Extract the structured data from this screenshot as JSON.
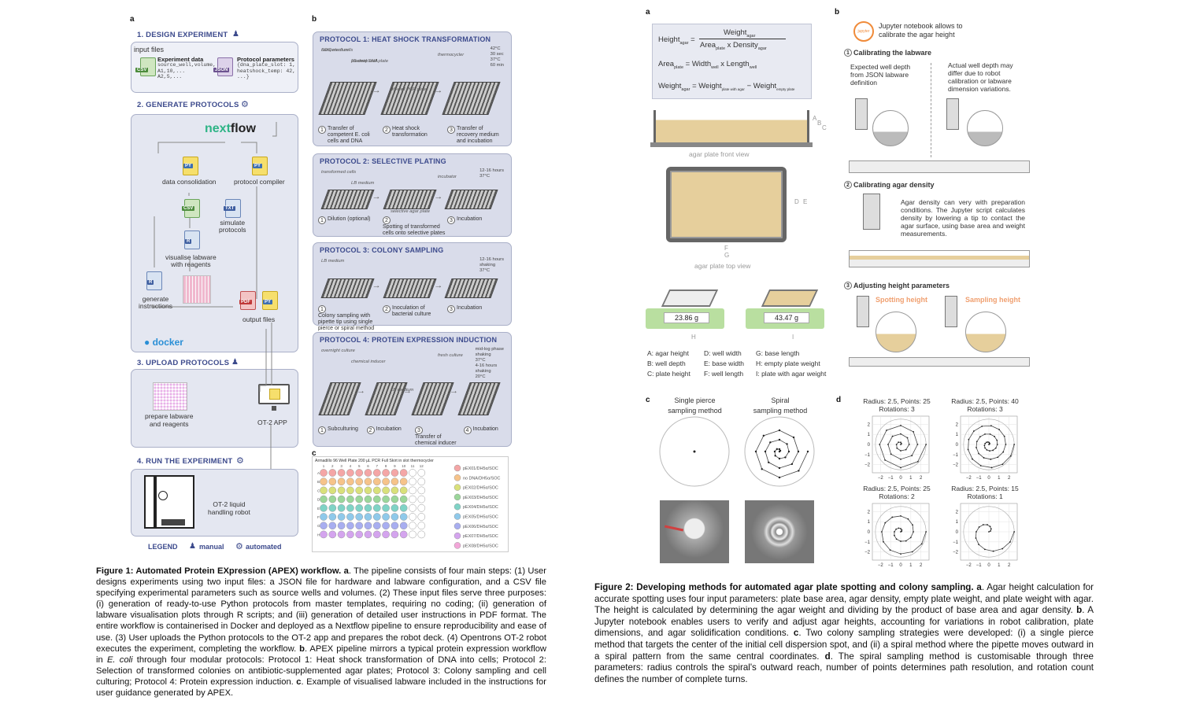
{
  "figure1": {
    "panel_a_letter": "a",
    "panel_b_letter": "b",
    "panel_c_letter": "c",
    "sections": {
      "design": "1. DESIGN EXPERIMENT",
      "generate": "2. GENERATE PROTOCOLS",
      "upload": "3. UPLOAD PROTOCOLS",
      "run": "4. RUN THE EXPERIMENT"
    },
    "input_files": "input files",
    "experiment_data_title": "Experiment data",
    "experiment_data_body": "source_well,volume,\nA1,10,...\nA2,5,...",
    "protocol_params_title": "Protocol parameters",
    "protocol_params_body": "{dna_plate_slot: 1,\nheatshock_temp: 42,\n...}",
    "csv": "CSV",
    "json": "JSON",
    "py": "PY",
    "txt": "TXT",
    "r": "R",
    "pdf": "PDF",
    "nextflow_a": "next",
    "nextflow_b": "flow",
    "data_consolidation": "data consolidation",
    "protocol_compiler": "protocol compiler",
    "simulate_protocols": "simulate\nprotocols",
    "visualise": "visualise labware\nwith reagents",
    "generate_instructions": "generate\ninstructions",
    "output_files": "output files",
    "docker": "docker",
    "prepare_labware": "prepare labware\nand reagents",
    "ot2_app": "OT-2 APP",
    "ot2_robot": "OT-2 liquid\nhandling robot",
    "legend": "LEGEND",
    "manual": "manual",
    "automated": "automated",
    "protocols": [
      {
        "title": "PROTOCOL 1: HEAT SHOCK TRANSFORMATION",
        "labels": [
          "competent cells",
          "plasmid DNA",
          "96-well PCR plate",
          "thermocycler",
          "SOC medium",
          "96-deep well plate"
        ],
        "conds": [
          "42°C",
          "30 sec",
          "37°C",
          "60 min"
        ],
        "steps": [
          [
            "1",
            "Transfer of\ncompetent E. coli\ncells and DNA"
          ],
          [
            "2",
            "Heat shock\ntransformation"
          ],
          [
            "3",
            "Transfer of\nrecovery medium\nand incubation"
          ]
        ]
      },
      {
        "title": "PROTOCOL 2: SELECTIVE PLATING",
        "labels": [
          "transformed cells",
          "LB medium",
          "selective agar plate",
          "incubator"
        ],
        "conds": [
          "12-16 hours",
          "37°C"
        ],
        "steps": [
          [
            "1",
            "Dilution (optional)"
          ],
          [
            "2",
            "Spotting of transformed\ncells onto selective plates"
          ],
          [
            "3",
            "Incubation"
          ]
        ]
      },
      {
        "title": "PROTOCOL 3: COLONY SAMPLING",
        "labels": [
          "LB medium"
        ],
        "conds": [
          "12-16 hours",
          "shaking",
          "37°C"
        ],
        "steps": [
          [
            "1",
            "Colony sampling with\npipette tip using single\npierce or spiral method"
          ],
          [
            "2",
            "Inoculation of\nbacterial culture"
          ],
          [
            "3",
            "Incubation"
          ]
        ]
      },
      {
        "title": "PROTOCOL 4: PROTEIN EXPRESSION INDUCTION",
        "labels": [
          "overnight culture",
          "chemical inducer",
          "LB medium",
          "fresh culture"
        ],
        "conds": [
          "mid-log phase",
          "shaking",
          "37°C",
          "4-16 hours",
          "shaking",
          "20°C"
        ],
        "steps": [
          [
            "1",
            "Subculturing"
          ],
          [
            "2",
            "Incubation"
          ],
          [
            "3",
            "Transfer of\nchemical inducer"
          ],
          [
            "4",
            "Incubation"
          ]
        ]
      }
    ],
    "plate_title": "Armadillo 96 Well Plate 200 µL PCR Full Skirt in slot thermocycler",
    "plate_cols": [
      "1",
      "2",
      "3",
      "4",
      "5",
      "6",
      "7",
      "8",
      "9",
      "10",
      "11",
      "12"
    ],
    "plate_rows": [
      "A",
      "B",
      "C",
      "D",
      "E",
      "F",
      "G",
      "H"
    ],
    "plate_legend": [
      {
        "label": "pEX01/DH5α/SOC",
        "color": "#f4a6a6"
      },
      {
        "label": "no DNA/DH5α/SOC",
        "color": "#f6c38a"
      },
      {
        "label": "pEX02/DH5α/SOC",
        "color": "#d9e07a"
      },
      {
        "label": "pEX03/DH5α/SOC",
        "color": "#9bd69a"
      },
      {
        "label": "pEX04/DH5α/SOC",
        "color": "#7fd3c6"
      },
      {
        "label": "pEX05/DH5α/SOC",
        "color": "#8fc9ea"
      },
      {
        "label": "pEX06/DH5α/SOC",
        "color": "#a8aef0"
      },
      {
        "label": "pEX07/DH5α/SOC",
        "color": "#d4a4ee"
      },
      {
        "label": "pEX08/DH5α/SOC",
        "color": "#f2a6d8"
      }
    ],
    "caption_title": "Figure 1: Automated Protein EXpression (APEX) workflow.",
    "caption_body": [
      {
        "t": " "
      },
      {
        "b": "a"
      },
      {
        "t": ". The pipeline consists of four main steps: (1) User designs experiments using two input files: a JSON file for hardware and labware configuration, and a CSV file specifying experimental parameters such as source wells and volumes. (2) These input files serve three purposes: (i) generation of ready-to-use Python protocols from master templates, requiring no coding; (ii) generation of labware visualisation plots through R scripts; and (iii) generation of detailed user instructions in PDF format. The entire workflow is containerised in Docker and deployed as a Nextflow pipeline to ensure reproducibility and ease of use. (3) User uploads the Python protocols to the OT-2 app and prepares the robot deck. (4) Opentrons OT-2 robot executes the experiment, completing the workflow. "
      },
      {
        "b": "b"
      },
      {
        "t": ". APEX pipeline mirrors a typical protein expression workflow in "
      },
      {
        "i": "E. coli"
      },
      {
        "t": " through four modular protocols: Protocol 1: Heat shock transformation of DNA into cells; Protocol 2: Selection of transformed colonies on antibiotic-supplemented agar plates; Protocol 3: Colony sampling and cell culturing; Protocol 4: Protein expression induction. "
      },
      {
        "b": "c"
      },
      {
        "t": ". Example of visualised labware included in the instructions for user guidance generated by APEX."
      }
    ]
  },
  "figure2": {
    "panel_a_letter": "a",
    "panel_b_letter": "b",
    "panel_c_letter": "c",
    "panel_d_letter": "d",
    "eq_height_lhs": "Height",
    "eq_height_lhs_sub": "agar",
    "eq_height_num": "Weight",
    "eq_height_num_sub": "agar",
    "eq_height_den": "Area",
    "eq_height_den_sub": "plate",
    "eq_height_den2": " x Density",
    "eq_height_den2_sub": "agar",
    "eq_area_lhs": "Area",
    "eq_area_lhs_sub": "plate",
    "eq_area_rhs1": "= Width",
    "eq_area_rhs1_sub": "well",
    "eq_area_rhs2": " x Length",
    "eq_area_rhs2_sub": "well",
    "eq_weight_lhs": "Weight",
    "eq_weight_lhs_sub": "agar",
    "eq_weight_rhs1": "= Weight",
    "eq_weight_rhs1_sub": "plate with agar",
    "eq_weight_rhs2": " − Weight",
    "eq_weight_rhs2_sub": "empty plate",
    "front_view": "agar plate front view",
    "top_view": "agar plate top view",
    "dim_letters": [
      "A",
      "B",
      "C",
      "D",
      "E",
      "F",
      "G",
      "H",
      "I"
    ],
    "scale1": "23.86 g",
    "scale2": "43.47 g",
    "dim_legend": [
      "A: agar height",
      "D: well width",
      "G: base length",
      "B: well depth",
      "E: base width",
      "H: empty plate weight",
      "C: plate height",
      "F: well length",
      "I: plate with agar weight"
    ],
    "jupyter_logo": "jupyter",
    "jupyter_text": "Jupyter notebook allows to\ncalibrate the agar height",
    "b1_title": "Calibrating the labware",
    "b1_left": "Expected well depth\nfrom JSON labware\ndefinition",
    "b1_right": "Actual well depth may\ndiffer due to robot\ncalibration or labware\ndimension variations.",
    "b2_title": "Calibrating agar density",
    "b2_text": "Agar density can very with preparation conditions. The Jupyter script calculates density by lowering a tip to contact the agar surface, using base area and weight measurements.",
    "b3_title": "Adjusting height parameters",
    "spotting_height": "Spotting height",
    "sampling_height": "Sampling height",
    "single_pierce": "Single pierce\nsampling method",
    "spiral": "Spiral\nsampling method",
    "spiral_plots": [
      {
        "title1": "Radius: 2.5, Points: 25",
        "title2": "Rotations: 3",
        "radius": 2.5,
        "points": 25,
        "rotations": 3
      },
      {
        "title1": "Radius: 2.5, Points: 40",
        "title2": "Rotations: 3",
        "radius": 2.5,
        "points": 40,
        "rotations": 3
      },
      {
        "title1": "Radius: 2.5, Points: 25",
        "title2": "Rotations: 2",
        "radius": 2.5,
        "points": 25,
        "rotations": 2
      },
      {
        "title1": "Radius: 2.5, Points: 15",
        "title2": "Rotations: 1",
        "radius": 2.5,
        "points": 15,
        "rotations": 1
      }
    ],
    "axis_ticks": [
      "−2",
      "−1",
      "0",
      "1",
      "2"
    ],
    "caption_title": "Figure 2: Developing methods for automated agar plate spotting and colony sampling.",
    "caption_body": [
      {
        "t": " "
      },
      {
        "b": "a"
      },
      {
        "t": ". Agar height calculation for accurate spotting uses four input parameters: plate base area, agar density, empty plate weight, and plate weight with agar. The height is calculated by determining the agar weight and dividing by the product of base area and agar density. "
      },
      {
        "b": "b"
      },
      {
        "t": ". A Jupyter notebook enables users to verify and adjust agar heights, accounting for variations in robot calibration, plate dimensions, and agar solidification conditions. "
      },
      {
        "b": "c"
      },
      {
        "t": ". Two colony sampling strategies were developed: (i) a single pierce method that targets the center of the initial cell dispersion spot, and (ii) a spiral method where the pipette moves outward in a spiral pattern from the same central coordinates. "
      },
      {
        "b": "d"
      },
      {
        "t": ". The spiral sampling method is customisable through three parameters: radius controls the spiral's outward reach, number of points determines path resolution, and rotation count defines the number of complete turns."
      }
    ]
  }
}
